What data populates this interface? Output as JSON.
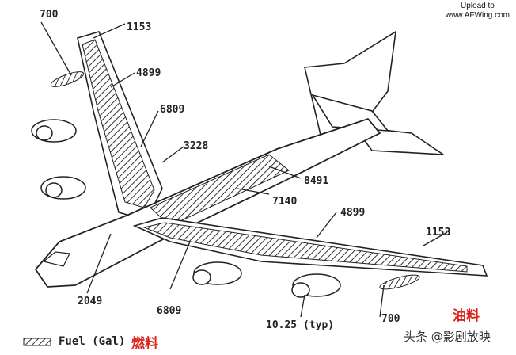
{
  "watermark": {
    "line1": "Upload to",
    "line2": "www.AFWing.com"
  },
  "callouts": {
    "left_outboard_tip": "700",
    "left_tip_tank": "1153",
    "left_outer_tank": "4899",
    "left_mid_tank": "6809",
    "left_inner_tank": "3228",
    "fuselage_top": "8491",
    "fuselage_center": "7140",
    "right_outer_tank": "4899",
    "right_tip_tank": "1153",
    "right_outboard_tip": "700",
    "forward_body": "2049",
    "right_mid_tank": "6809",
    "pylon": "10.25 (typ)"
  },
  "legend": {
    "label": "Fuel (Gal)",
    "label_cn": "燃料"
  },
  "annotation_cn": "油料",
  "source_stamp": "头条 @影剧放映",
  "colors": {
    "accent": "#d9241c",
    "ink": "#222222"
  }
}
